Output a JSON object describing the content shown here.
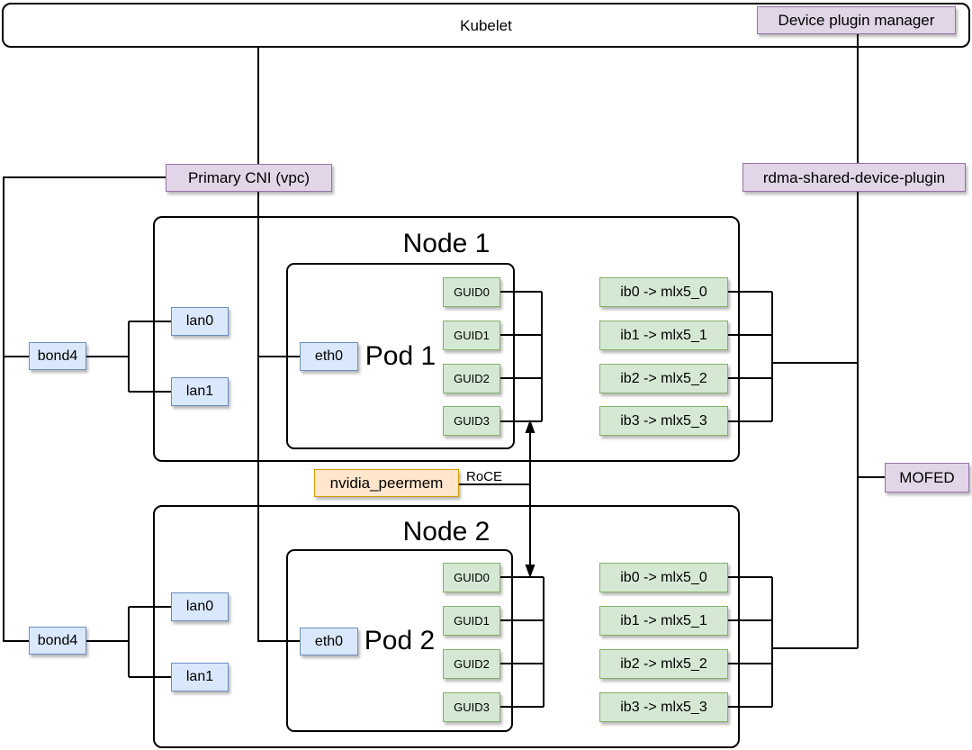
{
  "kubelet": {
    "label": "Kubelet"
  },
  "device_plugin_manager": {
    "label": "Device plugin manager"
  },
  "primary_cni": {
    "label": "Primary CNI (vpc)"
  },
  "rdma_plugin": {
    "label": "rdma-shared-device-plugin"
  },
  "mofed": {
    "label": "MOFED"
  },
  "peermem": {
    "label": "nvidia_peermem"
  },
  "roce_label": "RoCE",
  "nodes": [
    {
      "title": "Node 1",
      "bond": "bond4",
      "lans": [
        "lan0",
        "lan1"
      ],
      "pod": {
        "title": "Pod 1",
        "eth": "eth0",
        "guids": [
          "GUID0",
          "GUID1",
          "GUID2",
          "GUID3"
        ]
      },
      "ibs": [
        "ib0 -> mlx5_0",
        "ib1 -> mlx5_1",
        "ib2 -> mlx5_2",
        "ib3 -> mlx5_3"
      ]
    },
    {
      "title": "Node 2",
      "bond": "bond4",
      "lans": [
        "lan0",
        "lan1"
      ],
      "pod": {
        "title": "Pod 2",
        "eth": "eth0",
        "guids": [
          "GUID0",
          "GUID1",
          "GUID2",
          "GUID3"
        ]
      },
      "ibs": [
        "ib0 -> mlx5_0",
        "ib1 -> mlx5_1",
        "ib2 -> mlx5_2",
        "ib3 -> mlx5_3"
      ]
    }
  ],
  "colors": {
    "purple_fill": "#E1D5E7",
    "purple_stroke": "#9673A6",
    "blue_fill": "#DAE8FC",
    "blue_stroke": "#6C8EBF",
    "green_fill": "#D5E8D4",
    "green_stroke": "#82B366",
    "orange_fill": "#FFE6CC",
    "orange_stroke": "#D79B00",
    "line": "#000000",
    "background": "#FFFFFF"
  }
}
